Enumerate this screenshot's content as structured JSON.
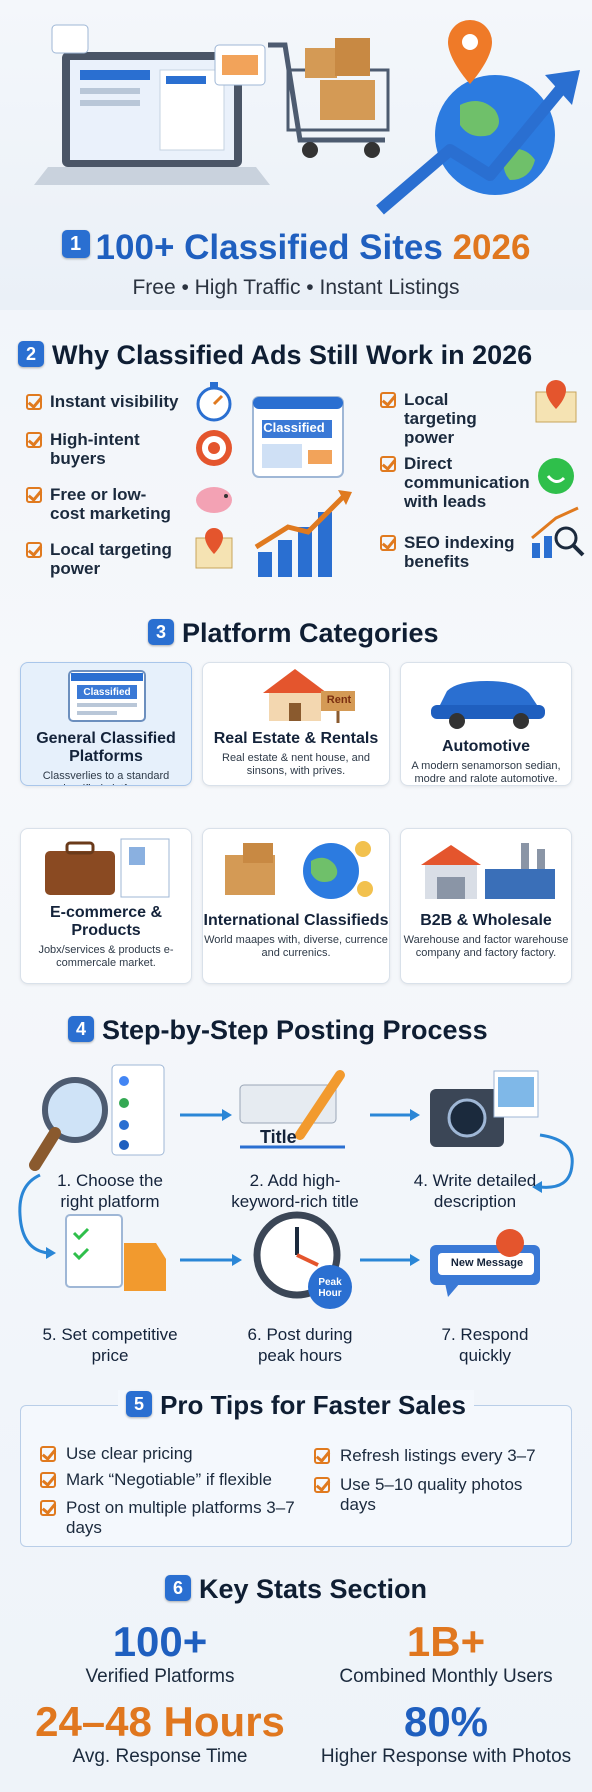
{
  "hero": {
    "badge": "1",
    "title_part1": "100+ Classified Sites",
    "title_part2": "2026",
    "subtitle": "Free • High Traffic • Instant Listings"
  },
  "why": {
    "badge": "2",
    "title": "Why Classified Ads Still Work in 2026",
    "left_items": [
      "Instant visibility",
      "High-intent buyers",
      "Free or low-cost marketing",
      "Local targeting power"
    ],
    "right_items": [
      "Local targeting power",
      "Direct communication with leads",
      "SEO indexing benefits"
    ],
    "center_label": "Classified"
  },
  "categories": {
    "badge": "3",
    "title": "Platform Categories",
    "cards": [
      {
        "title": "General Classified Platforms",
        "desc": "Classverlies to a standard classified platforms.",
        "icon_text": "Classified"
      },
      {
        "title": "Real Estate & Rentals",
        "desc": "Real estate & nent house, and sinsons, with prives.",
        "icon_text": "Rent"
      },
      {
        "title": "Automotive",
        "desc": "A modern senamorson sedian, modre and ralote automotive."
      },
      {
        "title": "E-commerce & Products",
        "desc": "Jobx/services & products e-commercale market."
      },
      {
        "title": "International Classifieds",
        "desc": "World maapes with, diverse, currence and currenics."
      },
      {
        "title": "B2B & Wholesale",
        "desc": "Warehouse and factor warehouse company and factory factory."
      }
    ]
  },
  "steps": {
    "badge": "4",
    "title": "Step-by-Step Posting Process",
    "items": [
      {
        "label": "1. Choose the right platform"
      },
      {
        "label": "2. Add high-keyword-rich title",
        "icon_text": "Title"
      },
      {
        "label": "4. Write detailed description"
      },
      {
        "label": "5. Set competitive price"
      },
      {
        "label": "6. Post during peak hours",
        "icon_text": "Peak Hour"
      },
      {
        "label": "7. Respond quickly",
        "icon_text": "New Message"
      }
    ]
  },
  "tips": {
    "badge": "5",
    "title": "Pro Tips for Faster Sales",
    "left": [
      "Use clear pricing",
      "Mark “Negotiable” if flexible",
      "Post on multiple platforms 3–7 days"
    ],
    "right": [
      "Refresh listings every 3–7",
      "Use 5–10 quality photos days"
    ]
  },
  "stats": {
    "badge": "6",
    "title": "Key Stats Section",
    "items": [
      {
        "value": "100+",
        "label": "Verified Platforms",
        "color": "#1f5fbf"
      },
      {
        "value": "1B+",
        "label": "Combined Monthly Users",
        "color": "#e0771f"
      },
      {
        "value": "24–48 Hours",
        "label": "Avg. Response Time",
        "color": "#e0771f"
      },
      {
        "value": "80%",
        "label": "Higher Response with Photos",
        "color": "#1f5fbf"
      }
    ]
  },
  "colors": {
    "blue": "#1f5fbf",
    "orange": "#e0771f",
    "badge": "#2a6fd1"
  }
}
